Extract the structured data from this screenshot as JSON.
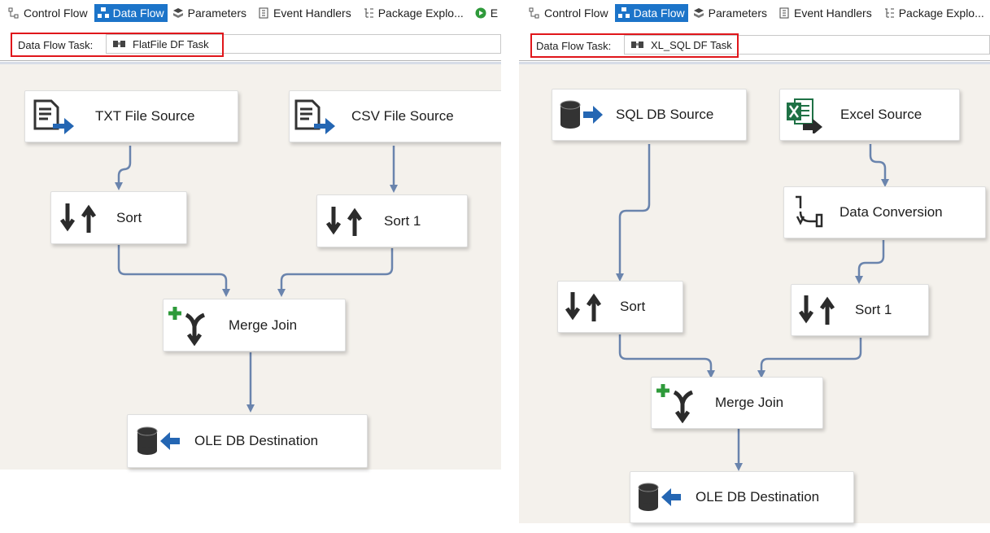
{
  "left": {
    "tabs": [
      {
        "label": "Control Flow",
        "icon": "control-flow-icon",
        "active": false
      },
      {
        "label": "Data Flow",
        "icon": "data-flow-icon",
        "active": true
      },
      {
        "label": "Parameters",
        "icon": "parameters-icon",
        "active": false
      },
      {
        "label": "Event Handlers",
        "icon": "event-handlers-icon",
        "active": false
      },
      {
        "label": "Package Explo...",
        "icon": "package-explorer-icon",
        "active": false
      },
      {
        "label": "E",
        "icon": "execute-icon",
        "active": false
      }
    ],
    "task_label": "Data Flow Task:",
    "task_value": "FlatFile DF Task",
    "nodes": {
      "txt_source": "TXT File Source",
      "csv_source": "CSV File Source",
      "sort": "Sort",
      "sort1": "Sort 1",
      "merge_join": "Merge Join",
      "oledb_dest": "OLE DB Destination"
    }
  },
  "right": {
    "tabs": [
      {
        "label": "Control Flow",
        "icon": "control-flow-icon",
        "active": false
      },
      {
        "label": "Data Flow",
        "icon": "data-flow-icon",
        "active": true
      },
      {
        "label": "Parameters",
        "icon": "parameters-icon",
        "active": false
      },
      {
        "label": "Event Handlers",
        "icon": "event-handlers-icon",
        "active": false
      },
      {
        "label": "Package Explo...",
        "icon": "package-explorer-icon",
        "active": false
      }
    ],
    "task_label": "Data Flow Task:",
    "task_value": "XL_SQL DF Task",
    "nodes": {
      "sql_source": "SQL DB Source",
      "excel_source": "Excel Source",
      "data_conversion": "Data Conversion",
      "sort": "Sort",
      "sort1": "Sort 1",
      "merge_join": "Merge Join",
      "oledb_dest": "OLE DB Destination"
    }
  },
  "colors": {
    "canvas": "#f4f1ec",
    "connector": "#6a84ad",
    "active_tab": "#1c74c9",
    "highlight": "#e0161b",
    "merge_plus": "#2e9a3a",
    "arrow_blue": "#2466b3",
    "excel_green": "#1e7145"
  }
}
